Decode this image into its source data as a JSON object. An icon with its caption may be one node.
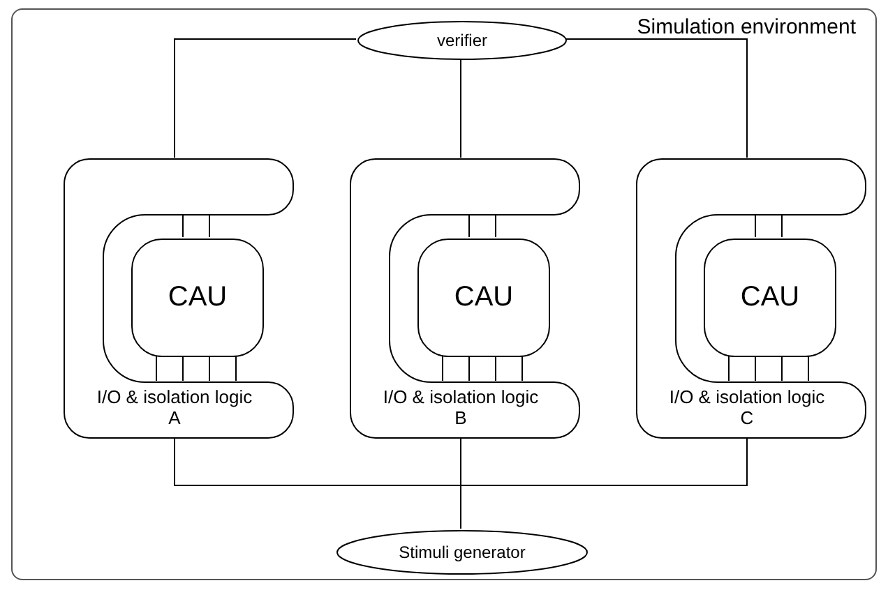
{
  "diagram": {
    "nodes": [
      {
        "text": [
          "Simulation environment"
        ]
      },
      {
        "text": [
          "verifier"
        ],
        "in": 0
      },
      {
        "text": [
          "I/O & isolation logic A"
        ],
        "in": 0
      },
      {
        "text": [
          "CAU"
        ],
        "in": 2
      },
      {
        "text": [
          "I/O & isolation logic B"
        ],
        "in": 0
      },
      {
        "text": [
          "CAU"
        ],
        "in": 4
      },
      {
        "text": [
          "I/O & isolation logic C"
        ],
        "in": 0
      },
      {
        "text": [
          "CAU"
        ],
        "in": 6
      },
      {
        "text": [
          "Stimuli generator"
        ],
        "in": 0
      }
    ],
    "edges": [
      {
        "from": 1,
        "to": 2,
        "arrow": "none"
      },
      {
        "from": 1,
        "to": 4,
        "arrow": "none"
      },
      {
        "from": 1,
        "to": 6,
        "arrow": "none"
      },
      {
        "from": 3,
        "to": 2,
        "arrow": "none"
      },
      {
        "from": 3,
        "to": 2,
        "arrow": "none"
      },
      {
        "from": 3,
        "to": 2,
        "arrow": "none"
      },
      {
        "from": 3,
        "to": 2,
        "arrow": "none"
      },
      {
        "from": 3,
        "to": 2,
        "arrow": "none"
      },
      {
        "from": 3,
        "to": 2,
        "arrow": "none"
      },
      {
        "from": 5,
        "to": 4,
        "arrow": "none"
      },
      {
        "from": 5,
        "to": 4,
        "arrow": "none"
      },
      {
        "from": 5,
        "to": 4,
        "arrow": "none"
      },
      {
        "from": 5,
        "to": 4,
        "arrow": "none"
      },
      {
        "from": 5,
        "to": 4,
        "arrow": "none"
      },
      {
        "from": 5,
        "to": 4,
        "arrow": "none"
      },
      {
        "from": 7,
        "to": 6,
        "arrow": "none"
      },
      {
        "from": 7,
        "to": 6,
        "arrow": "none"
      },
      {
        "from": 7,
        "to": 6,
        "arrow": "none"
      },
      {
        "from": 7,
        "to": 6,
        "arrow": "none"
      },
      {
        "from": 7,
        "to": 6,
        "arrow": "none"
      },
      {
        "from": 7,
        "to": 6,
        "arrow": "none"
      },
      {
        "from": 2,
        "to": 8,
        "arrow": "none"
      },
      {
        "from": 4,
        "to": 8,
        "arrow": "none"
      },
      {
        "from": 6,
        "to": 8,
        "arrow": "none"
      }
    ]
  }
}
